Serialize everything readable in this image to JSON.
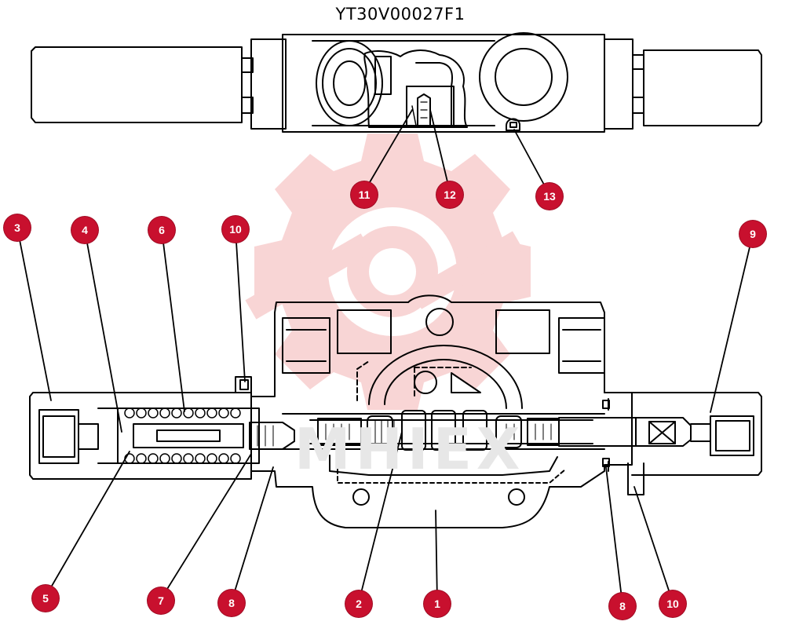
{
  "title": "YT30V00027F1",
  "watermark": "MHIEX",
  "colors": {
    "callout": "#c8102e",
    "callout_text": "#ffffff",
    "line_art": "#000000",
    "watermark_gear": "#f4c2c2"
  },
  "callouts": [
    {
      "label": "11"
    },
    {
      "label": "12"
    },
    {
      "label": "13"
    },
    {
      "label": "3"
    },
    {
      "label": "4"
    },
    {
      "label": "6"
    },
    {
      "label": "10"
    },
    {
      "label": "9"
    },
    {
      "label": "5"
    },
    {
      "label": "7"
    },
    {
      "label": "8"
    },
    {
      "label": "2"
    },
    {
      "label": "1"
    },
    {
      "label": "8"
    },
    {
      "label": "10"
    }
  ]
}
